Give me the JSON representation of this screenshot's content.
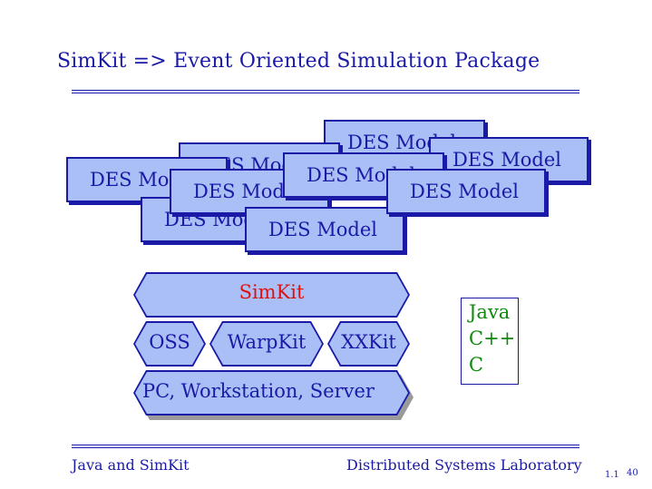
{
  "title": "SimKit  => Event Oriented Simulation Package",
  "des_models": [
    "DES Model",
    "DES Model",
    "DES Model",
    "DES Model",
    "DES Model",
    "DES Model",
    "DES Model",
    "DES Model",
    "DES Model"
  ],
  "stack": {
    "simkit": "SimKit",
    "oss": "OSS",
    "warpkit": "WarpKit",
    "xxkit": "XXKit",
    "platform": "PC, Workstation, Server"
  },
  "languages": [
    "Java",
    "C++",
    "C"
  ],
  "footer": {
    "left": "Java and SimKit",
    "right": "Distributed Systems Laboratory",
    "version": "1.1",
    "page": "40"
  },
  "colors": {
    "text_blue": "#1a1aa6",
    "box_fill": "#a9bff5",
    "simkit_red": "#e01010",
    "language_green": "#0d8a0d"
  }
}
